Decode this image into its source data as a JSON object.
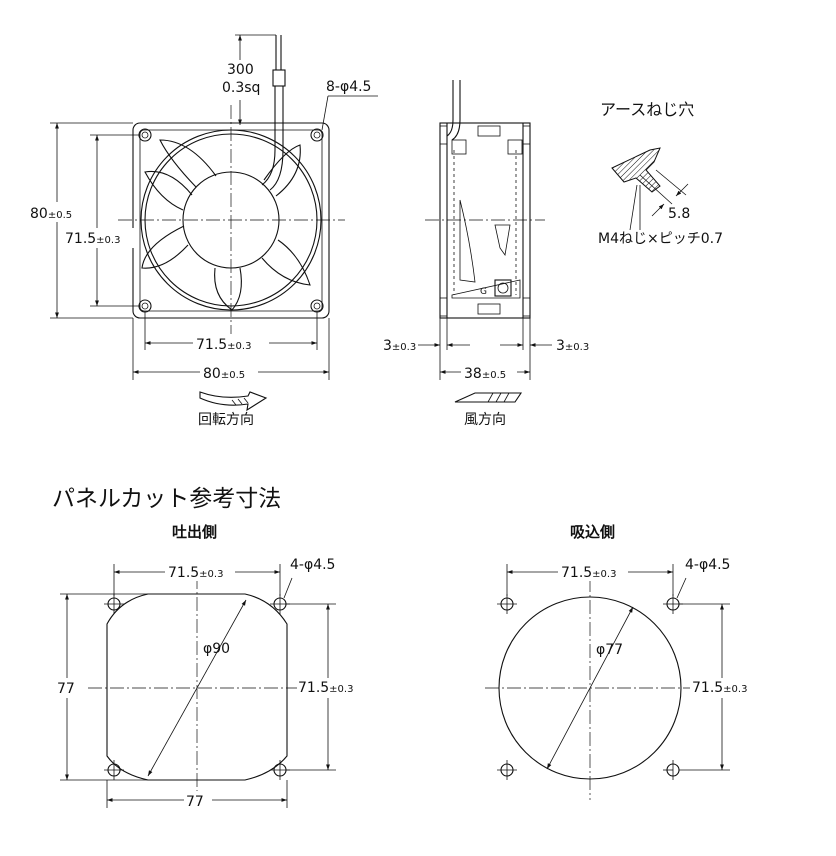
{
  "labels": {
    "wire_length": "300",
    "wire_size": "0.3sq",
    "hole_fan": "8-φ4.5",
    "earth_title": "アースねじ穴",
    "earth_depth": "5.8",
    "earth_thread": "M4ねじ×ピッチ0.7",
    "fan_width_main": "80",
    "fan_width_tol": "±0.5",
    "fan_pitch_main": "71.5",
    "fan_pitch_tol": "±0.3",
    "side_flange_main": "3",
    "side_flange_tol": "±0.3",
    "side_depth_main": "38",
    "side_depth_tol": "±0.5",
    "rotation_caption": "回転方向",
    "airflow_caption": "風方向",
    "panel_title": "パネルカット参考寸法",
    "outlet_title": "吐出側",
    "inlet_title": "吸込側",
    "panel_pitch_main": "71.5",
    "panel_pitch_tol": "±0.3",
    "panel_holes": "4-φ4.5",
    "outlet_dia": "φ90",
    "outlet_size": "77",
    "inlet_dia": "φ77"
  }
}
